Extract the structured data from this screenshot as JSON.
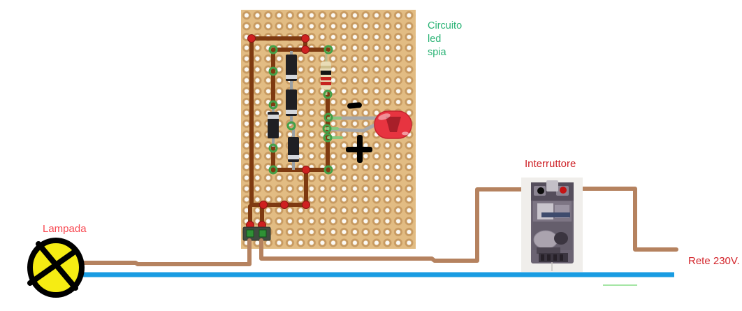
{
  "labels": {
    "circuit_lines": [
      "Circuito",
      "led",
      "spia"
    ],
    "switch": "Interruttore",
    "lamp": "Lampada",
    "mains": "Rete 230V."
  },
  "led_polarity": {
    "negative": "-",
    "positive": "+"
  },
  "components": {
    "board": "stripboard",
    "diode_count": 4,
    "resistor_count": 1,
    "led_count": 1,
    "terminal_block_count": 1,
    "switch_photo_count": 1
  },
  "colors": {
    "board": "#e2bc83",
    "board_hole_ring": "#c79a61",
    "board_wire": "#7e3a11",
    "junction_red": "#cf2020",
    "junction_green": "#43a047",
    "hookup_wire": "#b5825f",
    "neutral_wire": "#199ce2",
    "led_red": "#e73440",
    "lamp_yellow": "#f6ec13",
    "label_green": "#2ab375",
    "label_red": "#ce2026",
    "label_pink_red": "#f84952",
    "label_mains_red": "#d3252b"
  }
}
